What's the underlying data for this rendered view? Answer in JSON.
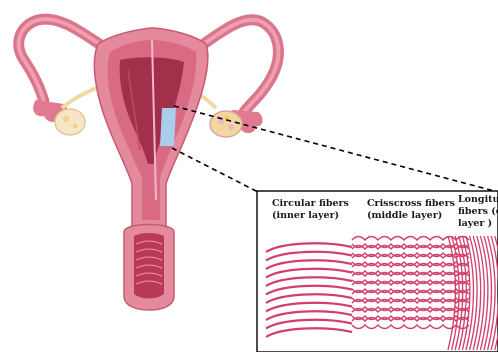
{
  "inset": {
    "labels": [
      {
        "line1": "Circular fibers",
        "line2": "(inner layer)"
      },
      {
        "line1": "Crisscross fibers",
        "line2": "(middle layer)"
      },
      {
        "line1": "Longitudinal",
        "line2": "fibers (outer",
        "line3": "layer )"
      }
    ]
  },
  "colors": {
    "uterus_outer": "#e48a9c",
    "uterus_inner": "#c84d69",
    "cavity": "#9c2a3f",
    "fiber": "#d23f6b",
    "highlight": "#a9cdea",
    "frame": "#000000"
  }
}
